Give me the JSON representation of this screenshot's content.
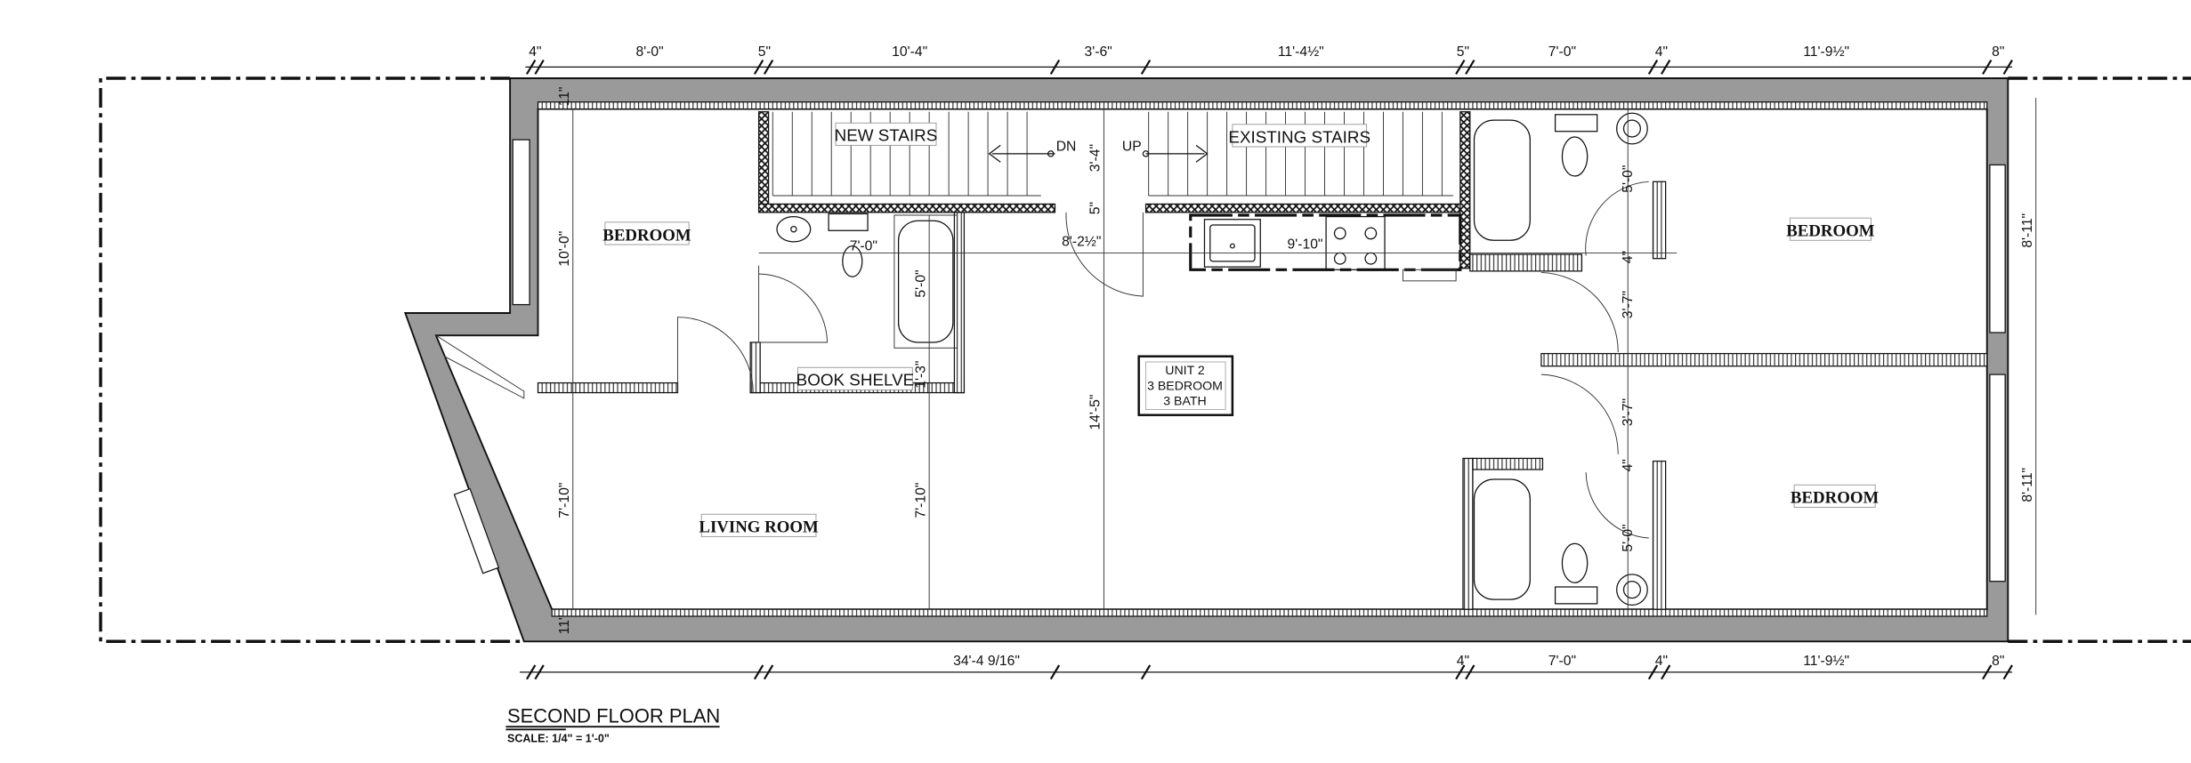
{
  "title": "SECOND FLOOR PLAN",
  "scale": "SCALE: 1/4\" = 1'-0\"",
  "rooms": {
    "bedroom_left": "BEDROOM",
    "living_room": "LIVING ROOM",
    "bedroom_right_top": "BEDROOM",
    "bedroom_right_bottom": "BEDROOM",
    "new_stairs": "NEW STAIRS",
    "existing_stairs": "EXISTING STAIRS",
    "book_shelve": "BOOK SHELVE",
    "dn": "DN",
    "up": "UP"
  },
  "unit_tag": [
    "UNIT 2",
    "3 BEDROOM",
    "3 BATH"
  ],
  "dims_top": [
    "4\"",
    "8'-0\"",
    "5\"",
    "10'-4\"",
    "3'-6\"",
    "11'-4½\"",
    "5\"",
    "7'-0\"",
    "4\"",
    "11'-9½\"",
    "8\""
  ],
  "dims_bottom": [
    "34'-4 9/16\"",
    "4\"",
    "7'-0\"",
    "4\"",
    "11'-9½\"",
    "8\""
  ],
  "dims_interior": {
    "bed_left_h": "10'-0\"",
    "living_h": "7'-10\"",
    "bath_tub": "5'-0\"",
    "shelve": "1'-3\"",
    "living_h2": "7'-10\"",
    "stair_w": "3'-4\"",
    "wall5": "5\"",
    "main_h": "14'-5\"",
    "bath_w": "7'-0\"",
    "door_w": "8'-2½\"",
    "kitchen_w": "9'-10\"",
    "bath_r1": "5'-0\"",
    "hall1": "3'-7\"",
    "hall2": "3'-7\"",
    "bath_r2": "5'-0\"",
    "bed_r1": "8'-11\"",
    "bed_r2": "8'-11\"",
    "wall11_top": "11\"",
    "wall11_bot": "11\"",
    "wall4a": "4\"",
    "wall4b": "4\""
  }
}
